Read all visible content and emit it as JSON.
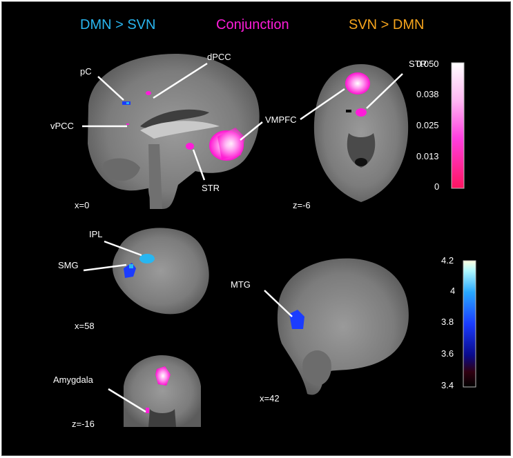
{
  "legend": {
    "dmn_gt_svn": "DMN > SVN",
    "conjunction": "Conjunction",
    "svn_gt_dmn": "SVN > DMN",
    "colors": {
      "dmn_gt_svn": "#29b6f0",
      "conjunction": "#ff1cd9",
      "svn_gt_dmn": "#f7a51d"
    }
  },
  "panels": {
    "sagittal_top": {
      "coord": "x=0",
      "labels": {
        "pc": "pC",
        "dpcc": "dPCC",
        "vpcc": "vPCC",
        "vmpfc": "VMPFC",
        "str": "STR"
      }
    },
    "axial_top": {
      "coord": "z=-6",
      "labels": {
        "str": "STR"
      }
    },
    "lateral_left": {
      "coord": "x=58",
      "labels": {
        "ipl": "IPL",
        "smg": "SMG"
      }
    },
    "coronal_bottom": {
      "coord": "z=-16",
      "labels": {
        "amygdala": "Amygdala"
      }
    },
    "sagittal_right": {
      "coord": "x=42",
      "labels": {
        "mtg": "MTG"
      }
    }
  },
  "colorbars": {
    "pink": {
      "ticks": [
        "0.050",
        "0.038",
        "0.025",
        "0.013",
        "0"
      ]
    },
    "hot": {
      "ticks": [
        "4.2",
        "4",
        "3.8",
        "3.6",
        "3.4"
      ]
    }
  }
}
